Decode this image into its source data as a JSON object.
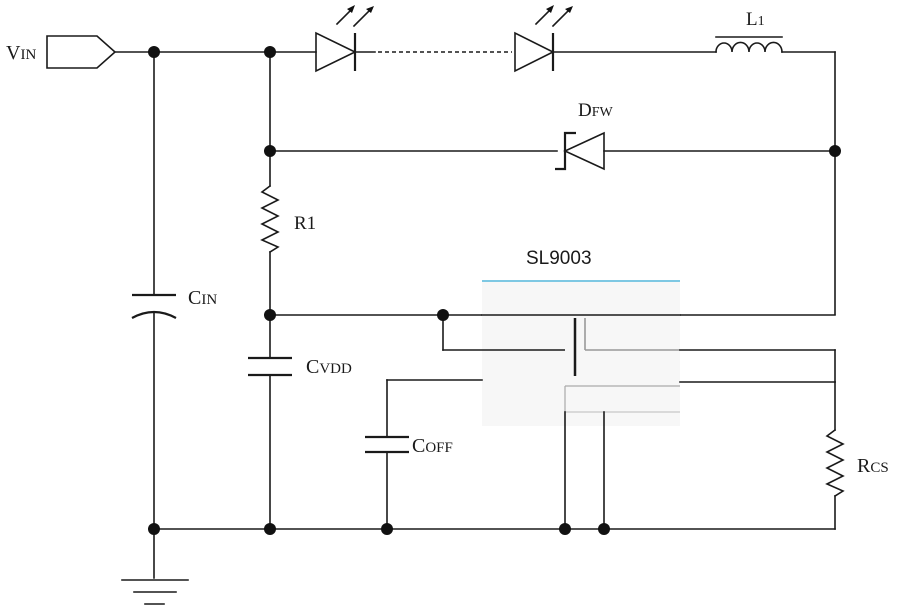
{
  "labels": {
    "vin_main": "V",
    "vin_sub": "IN",
    "l1_main": "L",
    "l1_sub": "1",
    "dfw_main": "D",
    "dfw_sub": "FW",
    "r1": "R1",
    "ic_name": "SL9003",
    "cin_main": "C",
    "cin_sub": "IN",
    "cvdd_main": "C",
    "cvdd_sub": "VDD",
    "coff_main": "C",
    "coff_sub": "OFF",
    "rcs_main": "R",
    "rcs_sub": "CS"
  },
  "colors": {
    "wire": "#1a1a1a",
    "ic_border_top": "#7ec8e3",
    "ic_fill": "#f7f7f7"
  },
  "icons": {
    "led": "led-icon",
    "diode": "schottky-diode-icon",
    "inductor": "inductor-icon",
    "resistor": "resistor-icon",
    "capacitor": "capacitor-icon",
    "ground": "ground-icon",
    "input_port": "input-port-icon"
  }
}
